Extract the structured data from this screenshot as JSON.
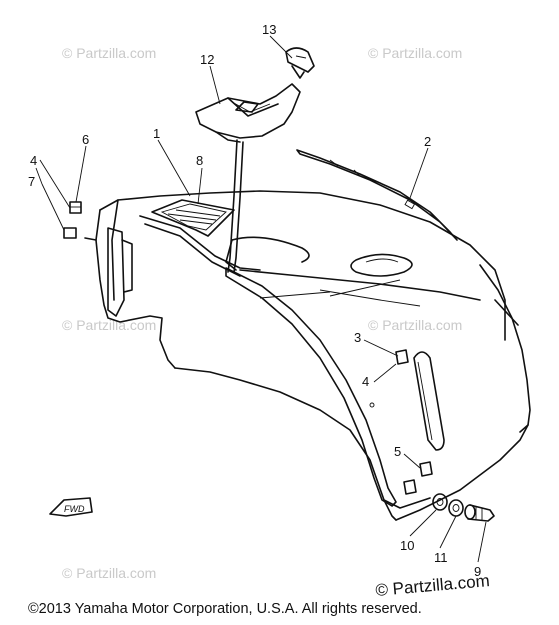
{
  "diagram": {
    "watermark": "© Partzilla.com",
    "brand": "© Partzilla.com",
    "copyright": "©2013  Yamaha Motor Corporation, U.S.A. All rights reserved.",
    "fwd_label": "FWD",
    "callouts": [
      {
        "id": "1",
        "label": "1"
      },
      {
        "id": "2",
        "label": "2"
      },
      {
        "id": "3",
        "label": "3"
      },
      {
        "id": "4a",
        "label": "4"
      },
      {
        "id": "4b",
        "label": "4"
      },
      {
        "id": "5",
        "label": "5"
      },
      {
        "id": "6",
        "label": "6"
      },
      {
        "id": "7",
        "label": "7"
      },
      {
        "id": "8",
        "label": "8"
      },
      {
        "id": "9",
        "label": "9"
      },
      {
        "id": "10",
        "label": "10"
      },
      {
        "id": "11",
        "label": "11"
      },
      {
        "id": "12",
        "label": "12"
      },
      {
        "id": "13",
        "label": "13"
      }
    ]
  }
}
